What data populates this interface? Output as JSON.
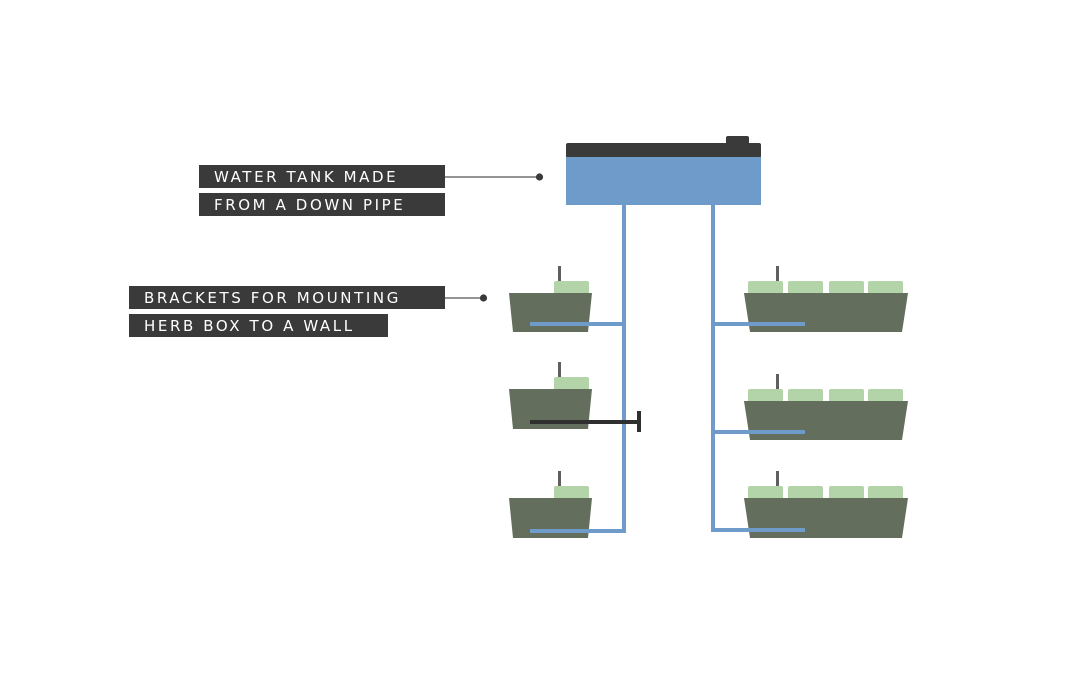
{
  "labels": {
    "tank": [
      "WATER TANK MADE",
      "FROM A DOWN PIPE"
    ],
    "brackets": [
      "BRACKETS FOR MOUNTING",
      "HERB BOX TO A WALL"
    ]
  },
  "colors": {
    "background": "#ffffff",
    "label_bg": "#3a3a3a",
    "label_text": "#ffffff",
    "leader": "#555555",
    "tank_body": "#6f9bcb",
    "tank_lid": "#3a3a3a",
    "pipe": "#6f9bcb",
    "planter": "#636e5d",
    "plants": "#b3d3a8",
    "stake": "#5f5f5f",
    "bracket": "#2f2f2f"
  }
}
